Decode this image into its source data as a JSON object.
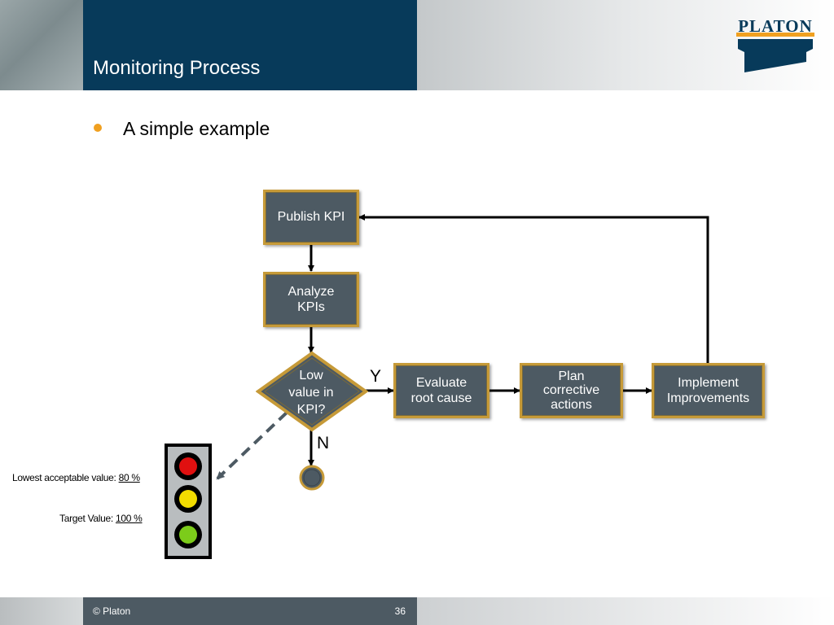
{
  "header": {
    "title": "Monitoring Process",
    "logo_text": "PLATON"
  },
  "bullet": {
    "text": "A simple example"
  },
  "flow": {
    "publish": "Publish KPI",
    "analyze_l1": "Analyze",
    "analyze_l2": "KPIs",
    "decision_l1": "Low",
    "decision_l2": "value in",
    "decision_l3": "KPI?",
    "yes": "Y",
    "no": "N",
    "evaluate_l1": "Evaluate",
    "evaluate_l2": "root cause",
    "plan_l1": "Plan",
    "plan_l2": "corrective",
    "plan_l3": "actions",
    "implement_l1": "Implement",
    "implement_l2": "Improvements"
  },
  "traffic_light": {
    "lowest_label": "Lowest acceptable value:",
    "lowest_value": "80 %",
    "target_label": "Target Value:",
    "target_value": "100 %",
    "colors": {
      "red": "#e01010",
      "yellow": "#f2dc00",
      "green": "#7ccc1a"
    }
  },
  "footer": {
    "copyright": "© Platon",
    "page": "36"
  }
}
